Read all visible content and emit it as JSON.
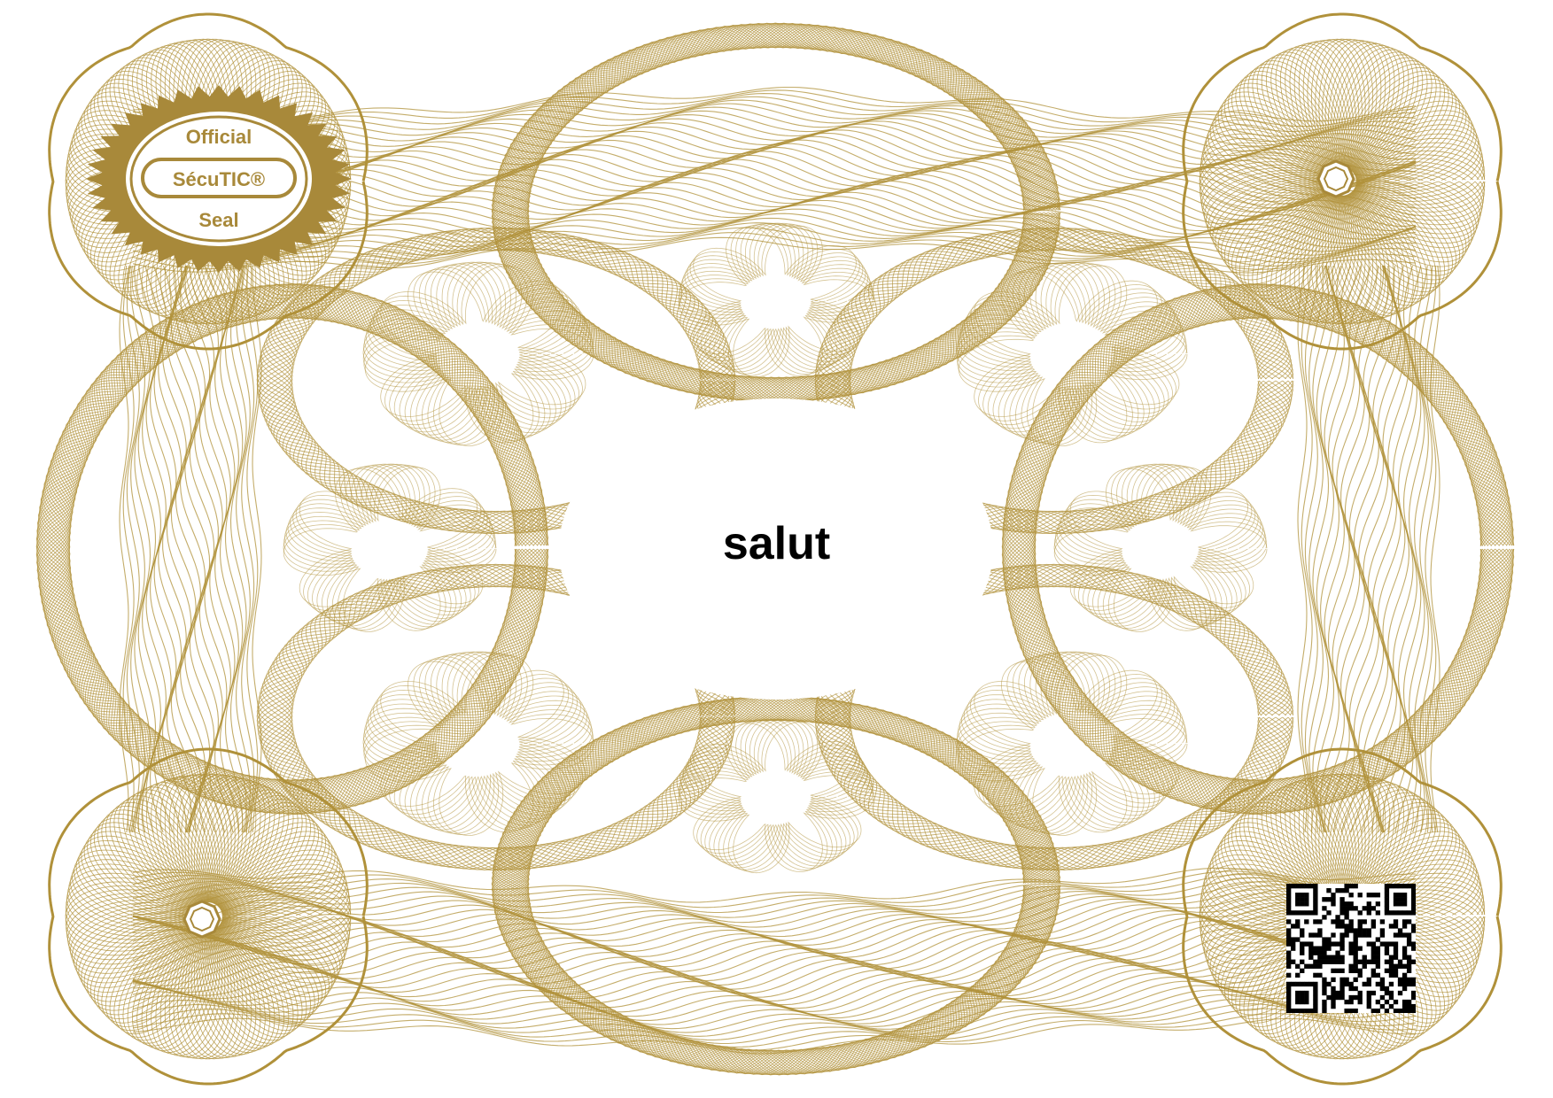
{
  "certificate": {
    "main_text": "salut",
    "colors": {
      "guilloche": "#b0913a",
      "seal": "#a8893a",
      "text": "#000000",
      "paper": "#ffffff"
    },
    "seal": {
      "line1": "Official",
      "line2": "SécuTIC®",
      "line3": "Seal"
    },
    "icons": {
      "top_right": "octagon-ring-icon",
      "bottom_left": "octagon-ring-icon",
      "bottom_right": "qr-code-icon"
    }
  }
}
